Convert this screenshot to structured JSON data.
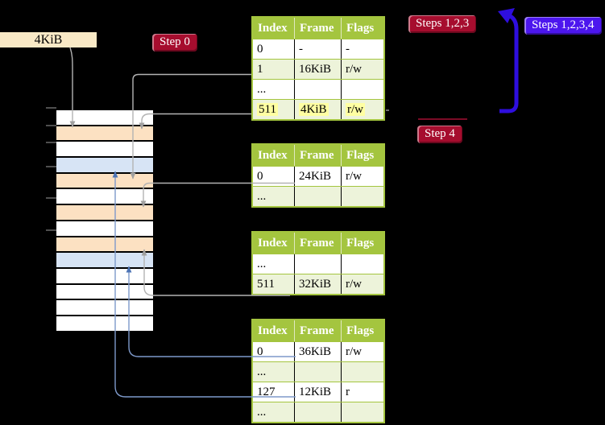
{
  "labels": {
    "mem_label": "4KiB",
    "step0": "Step 0",
    "steps123": "Steps 1,2,3",
    "steps1234": "Steps 1,2,3,4",
    "step4": "Step 4"
  },
  "colors": {
    "badge_red": "#a60d2e",
    "badge_blue": "#4c16ee",
    "arrow_thick_blue": "#2e0ede",
    "arrow_gray": "#b3b3b3",
    "arrow_thin_blue": "#7e99ca",
    "table_header_green": "#a4c53f",
    "row_green": "#edf3da",
    "stack_peach": "#fce1c2",
    "stack_blue": "#d7e4f5",
    "highlight_yellow": "#ffffa2",
    "mem_label_bg": "#f9e9c6"
  },
  "memory_stack": {
    "rows": [
      {
        "color": "white"
      },
      {
        "color": "peach"
      },
      {
        "color": "white"
      },
      {
        "color": "blue"
      },
      {
        "color": "peach"
      },
      {
        "color": "white"
      },
      {
        "color": "peach"
      },
      {
        "color": "white"
      },
      {
        "color": "peach"
      },
      {
        "color": "blue"
      },
      {
        "color": "white"
      },
      {
        "color": "white"
      },
      {
        "color": "white"
      },
      {
        "color": "white"
      }
    ]
  },
  "tables": [
    {
      "headers": [
        "Index",
        "Frame",
        "Flags"
      ],
      "rows": [
        {
          "cells": [
            "0",
            "-",
            "-"
          ],
          "shade": false,
          "highlight": false
        },
        {
          "cells": [
            "1",
            "16KiB",
            "r/w"
          ],
          "shade": true,
          "highlight": false
        },
        {
          "cells": [
            "...",
            "",
            ""
          ],
          "shade": false,
          "highlight": false
        },
        {
          "cells": [
            "511",
            "4KiB",
            "r/w"
          ],
          "shade": true,
          "highlight": true
        }
      ]
    },
    {
      "headers": [
        "Index",
        "Frame",
        "Flags"
      ],
      "rows": [
        {
          "cells": [
            "0",
            "24KiB",
            "r/w"
          ],
          "shade": false,
          "highlight": false
        },
        {
          "cells": [
            "...",
            "",
            ""
          ],
          "shade": true,
          "highlight": false
        }
      ]
    },
    {
      "headers": [
        "Index",
        "Frame",
        "Flags"
      ],
      "rows": [
        {
          "cells": [
            "...",
            "",
            ""
          ],
          "shade": false,
          "highlight": false
        },
        {
          "cells": [
            "511",
            "32KiB",
            "r/w"
          ],
          "shade": true,
          "highlight": false
        }
      ]
    },
    {
      "headers": [
        "Index",
        "Frame",
        "Flags"
      ],
      "rows": [
        {
          "cells": [
            "0",
            "36KiB",
            "r/w"
          ],
          "shade": false,
          "highlight": false
        },
        {
          "cells": [
            "...",
            "",
            ""
          ],
          "shade": true,
          "highlight": false
        },
        {
          "cells": [
            "127",
            "12KiB",
            "r"
          ],
          "shade": false,
          "highlight": false
        },
        {
          "cells": [
            "...",
            "",
            ""
          ],
          "shade": true,
          "highlight": false
        }
      ]
    }
  ]
}
